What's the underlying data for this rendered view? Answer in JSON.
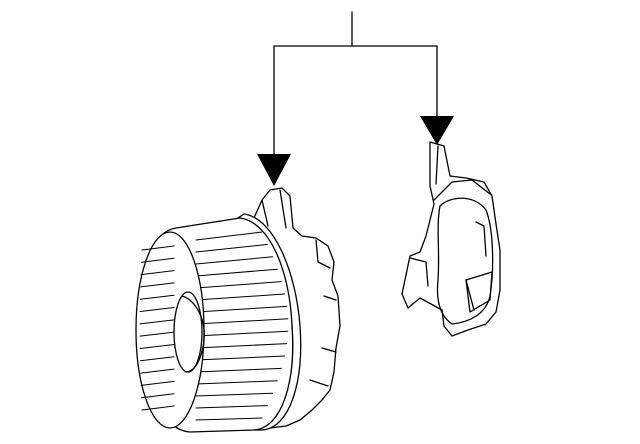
{
  "diagram": {
    "type": "parts-exploded-view",
    "callout_label": "",
    "parts": [
      {
        "name": "blower-motor-fan-assembly"
      },
      {
        "name": "blower-motor-cover-bracket"
      }
    ],
    "colors": {
      "line": "#000000",
      "background": "#ffffff"
    }
  }
}
